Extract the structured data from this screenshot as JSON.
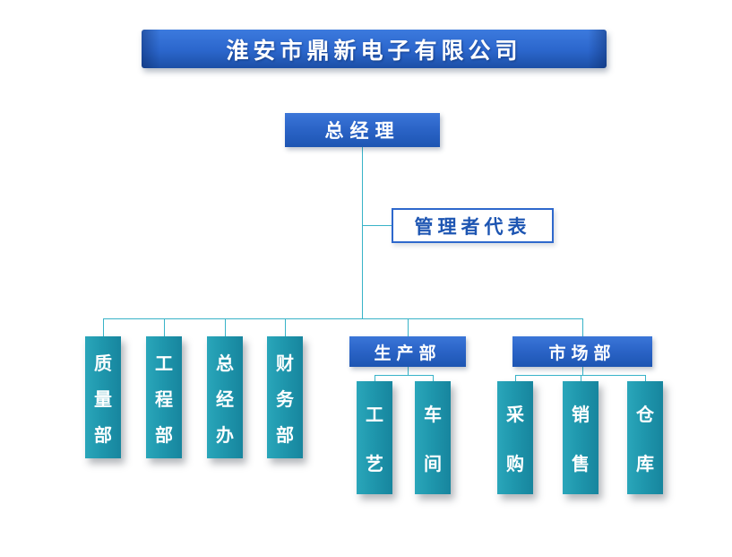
{
  "banner": {
    "title": "淮安市鼎新电子有限公司"
  },
  "org": {
    "root": {
      "label": "总经理"
    },
    "representative": {
      "label": "管理者代表"
    },
    "departments": [
      {
        "label": "质量部"
      },
      {
        "label": "工程部"
      },
      {
        "label": "总经办"
      },
      {
        "label": "财务部"
      }
    ],
    "production": {
      "label": "生产部",
      "children": [
        {
          "label": "工艺"
        },
        {
          "label": "车间"
        }
      ]
    },
    "marketing": {
      "label": "市场部",
      "children": [
        {
          "label": "采购"
        },
        {
          "label": "销售"
        },
        {
          "label": "仓库"
        }
      ]
    }
  },
  "colors": {
    "banner_blue": "#2b66cc",
    "node_blue": "#1d55b2",
    "teal": "#1f97ad",
    "connector_line": "#38b3c8",
    "representative_border": "#2e68cc",
    "background": "#ffffff"
  }
}
